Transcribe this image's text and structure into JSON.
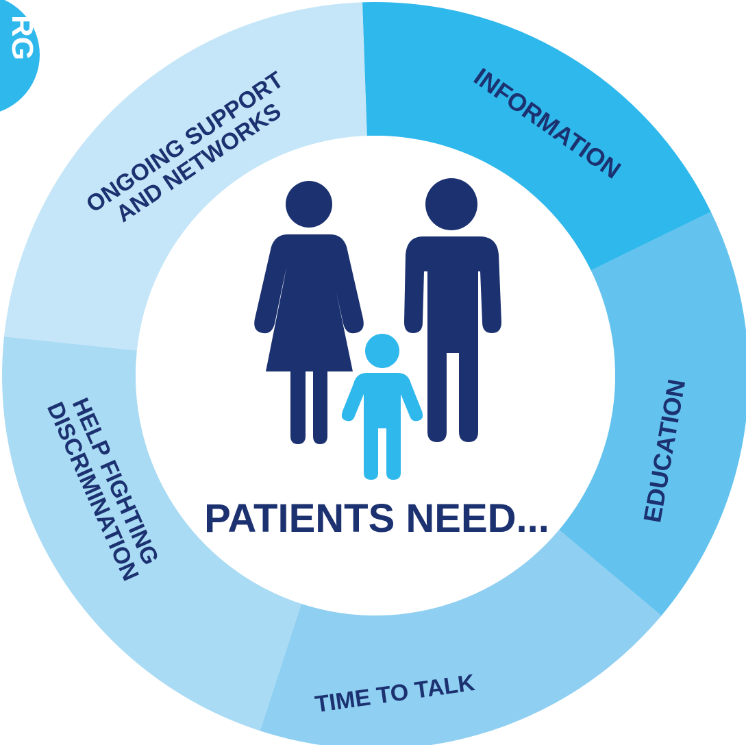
{
  "center_title": "PATIENTS NEED...",
  "badge_text": "RG",
  "colors": {
    "dark_navy": "#1c3170",
    "child_blue": "#2fb8ec",
    "badge_blue": "#2fb8ec",
    "inner_circle": "#ffffff"
  },
  "segments": [
    {
      "id": "information",
      "lines": [
        "INFORMATION"
      ],
      "color": "#2fb8ec"
    },
    {
      "id": "education",
      "lines": [
        "EDUCATION"
      ],
      "color": "#63c3ee"
    },
    {
      "id": "time-to-talk",
      "lines": [
        "TIME TO TALK"
      ],
      "color": "#8ecff2"
    },
    {
      "id": "help-fighting-discrimination",
      "lines": [
        "HELP FIGHTING",
        "DISCRIMINATION"
      ],
      "color": "#a9dbf4"
    },
    {
      "id": "ongoing-support",
      "lines": [
        "ONGOING SUPPORT",
        "AND NETWORKS"
      ],
      "color": "#c5e6f8"
    }
  ],
  "figures": [
    "woman-figure",
    "man-figure",
    "child-figure"
  ]
}
